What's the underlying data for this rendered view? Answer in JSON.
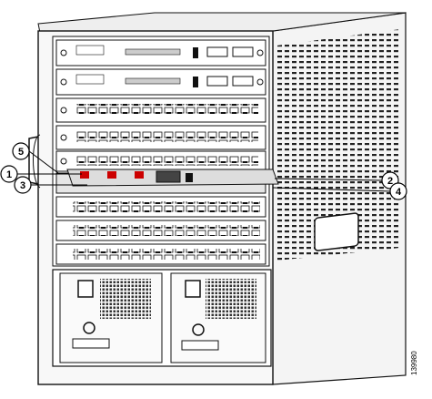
{
  "figure_id": "139980",
  "callouts": [
    {
      "label": "1"
    },
    {
      "label": "2"
    },
    {
      "label": "3"
    },
    {
      "label": "4"
    },
    {
      "label": "5"
    }
  ],
  "chassis": {
    "module_slots": 9,
    "power_supplies": 2
  }
}
